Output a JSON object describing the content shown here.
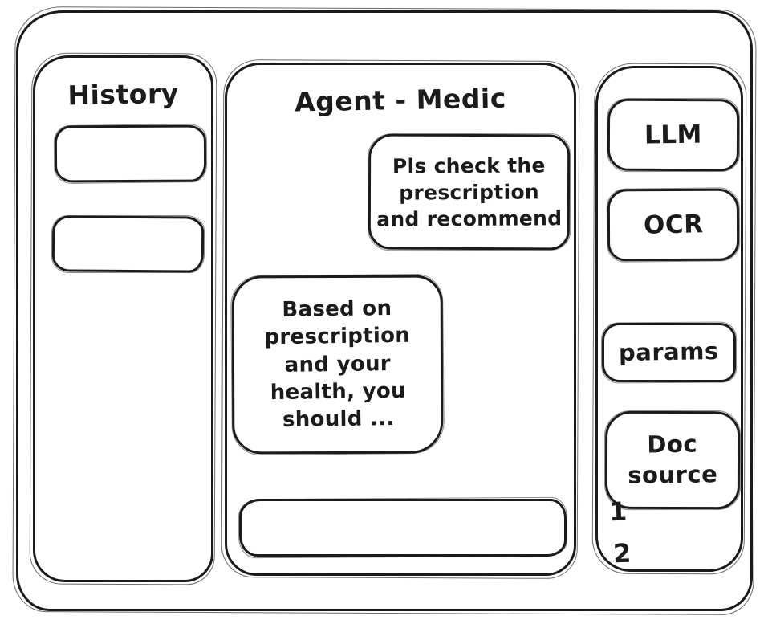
{
  "window": {
    "background": "#ffffff",
    "ink_color": "#1b1b1b"
  },
  "history_panel": {
    "title": "History",
    "items": [
      {
        "label": ""
      },
      {
        "label": ""
      }
    ]
  },
  "chat_panel": {
    "title": "Agent - Medic",
    "messages": [
      {
        "role": "user",
        "text": "Pls check the\nprescription\nand recommend"
      },
      {
        "role": "assistant",
        "text": "Based on\nprescription\nand your\nhealth, you\nshould ..."
      }
    ],
    "input": {
      "value": "",
      "placeholder": ""
    }
  },
  "tools_panel": {
    "buttons": [
      {
        "id": "llm",
        "label": "LLM"
      },
      {
        "id": "ocr",
        "label": "OCR"
      },
      {
        "id": "params",
        "label": "params"
      },
      {
        "id": "doc-source",
        "label": "Doc\nsource"
      }
    ],
    "doc_source_items": [
      "1",
      "2"
    ]
  }
}
